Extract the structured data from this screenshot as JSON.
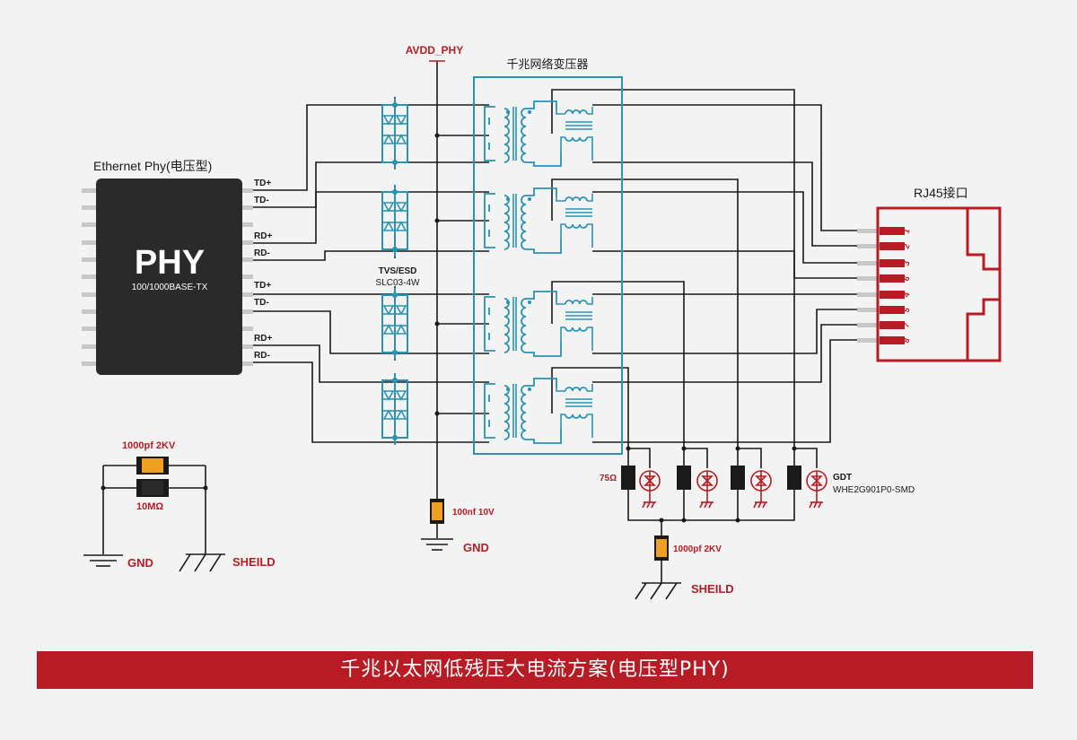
{
  "supply_label": "AVDD_PHY",
  "transformer_label": "千兆网络变压器",
  "phy_chip": {
    "title": "Ethernet Phy(电压型)",
    "name": "PHY",
    "subtitle": "100/1000BASE-TX",
    "pins": [
      "TD+",
      "TD-",
      "RD+",
      "RD-",
      "TD+",
      "TD-",
      "RD+",
      "RD-"
    ]
  },
  "tvs": {
    "label": "TVS/ESD",
    "part": "SLC03-4W"
  },
  "rj45": {
    "label": "RJ45接口",
    "pins": [
      "1",
      "2",
      "3",
      "6",
      "4",
      "5",
      "7",
      "8"
    ]
  },
  "cap_vdd": {
    "label": "100nf 10V",
    "ground": "GND"
  },
  "left_network": {
    "cap_label": "1000pf 2KV",
    "res_label": "10MΩ",
    "gnd_label": "GND",
    "shield_label": "SHEILD"
  },
  "bob_smith": {
    "res_label": "75Ω",
    "gdt_label": "GDT",
    "gdt_part": "WHE2G901P0-SMD",
    "cap_label": "1000pf 2KV",
    "shield_label": "SHEILD"
  },
  "colors": {
    "line": "#1a1a1a",
    "accent_red": "#b71c25",
    "transformer": "#2a93b4",
    "tvs": "#2a93b4",
    "cap_fill": "#f0a020",
    "chip": "#2a2a2a"
  },
  "banner": "千兆以太网低残压大电流方案(电压型PHY)"
}
